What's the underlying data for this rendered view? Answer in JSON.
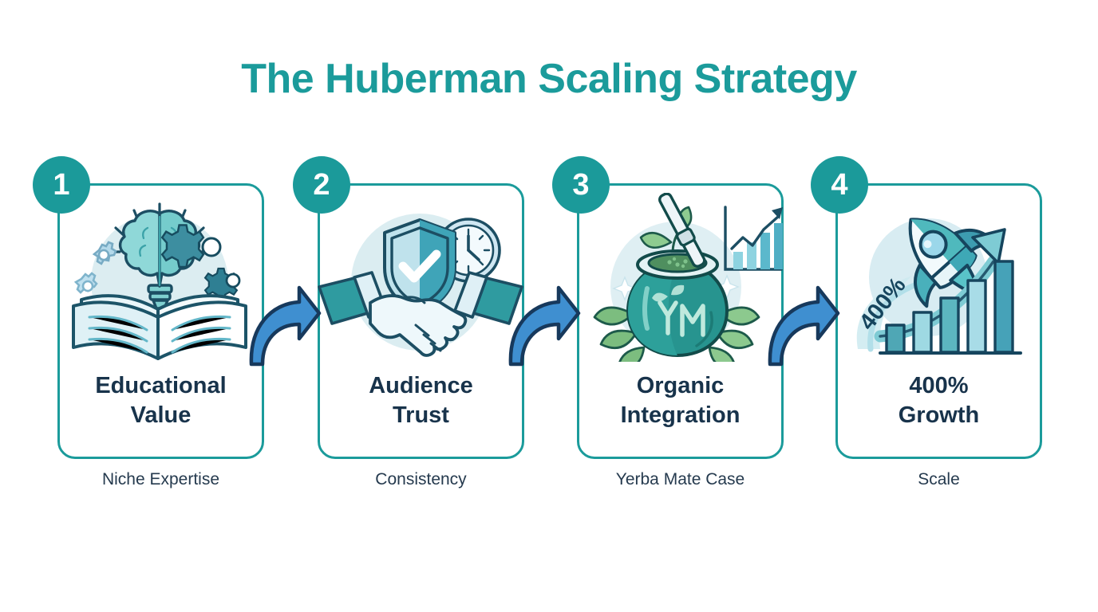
{
  "title": "The Huberman Scaling Strategy",
  "theme": {
    "teal": "#1b9b9b",
    "navy": "#18334b",
    "arrow_blue": "#3f8fd0",
    "arrow_outline": "#17395c",
    "background": "#ffffff",
    "icon_halo": "#dcedf1"
  },
  "steps": [
    {
      "number": "1",
      "title": "Educational\nValue",
      "caption": "Niche Expertise",
      "icon_name": "brain-lightbulb-book-icon"
    },
    {
      "number": "2",
      "title": "Audience\nTrust",
      "caption": "Consistency",
      "icon_name": "handshake-shield-clock-icon"
    },
    {
      "number": "3",
      "title": "Organic\nIntegration",
      "caption": "Yerba Mate Case",
      "icon_name": "yerba-mate-gourd-icon",
      "icon_monogram": "YM"
    },
    {
      "number": "4",
      "title": "400%\nGrowth",
      "caption": "Scale",
      "icon_name": "rocket-growth-chart-icon",
      "icon_label": "400%"
    }
  ],
  "connectors": [
    {
      "name": "arrow-step1-to-step2"
    },
    {
      "name": "arrow-step2-to-step3"
    },
    {
      "name": "arrow-step3-to-step4"
    }
  ]
}
